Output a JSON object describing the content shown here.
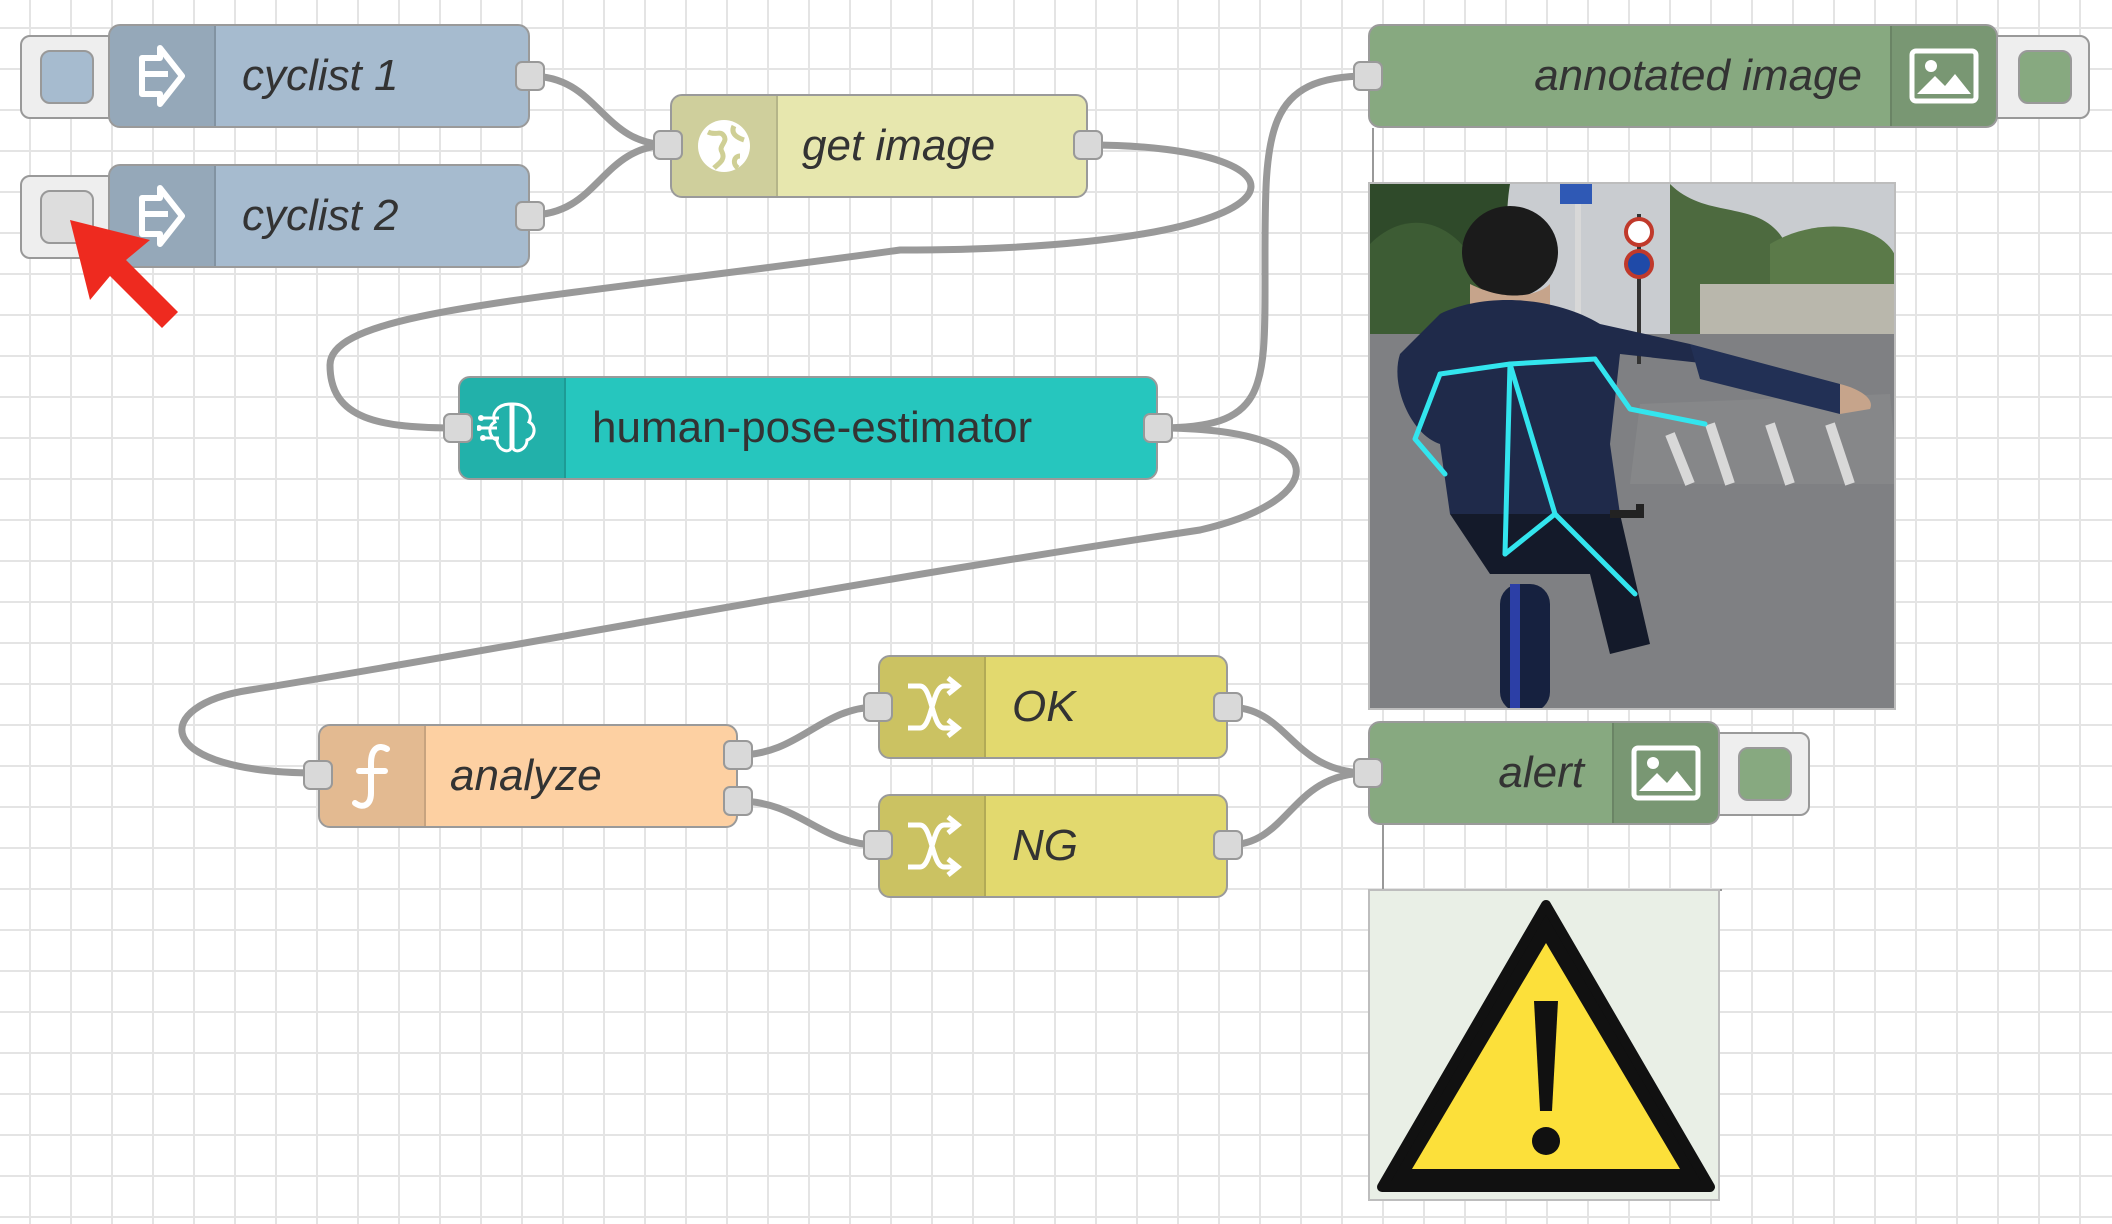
{
  "nodes": {
    "cyclist1": {
      "label": "cyclist 1",
      "type": "inject",
      "color": "#a6bbcf",
      "icon": "arrow-in-icon"
    },
    "cyclist2": {
      "label": "cyclist 2",
      "type": "inject",
      "color": "#a6bbcf",
      "icon": "arrow-in-icon"
    },
    "get_image": {
      "label": "get image",
      "type": "http request",
      "color": "#e7e7ae",
      "icon": "globe-icon"
    },
    "pose": {
      "label": "human-pose-estimator",
      "type": "model",
      "color": "#26c6be",
      "icon": "brain-circuit-icon"
    },
    "analyze": {
      "label": "analyze",
      "type": "function",
      "color": "#fdd0a2",
      "icon": "function-icon"
    },
    "ok": {
      "label": "OK",
      "type": "change",
      "color": "#e2d96e",
      "icon": "shuffle-icon"
    },
    "ng": {
      "label": "NG",
      "type": "change",
      "color": "#e2d96e",
      "icon": "shuffle-icon"
    },
    "annotated": {
      "label": "annotated image",
      "type": "image preview",
      "color": "#87a980",
      "icon": "image-icon"
    },
    "alert": {
      "label": "alert",
      "type": "image preview",
      "color": "#87a980",
      "icon": "image-icon"
    }
  },
  "pointer": {
    "icon": "red-arrow-cursor-icon",
    "color": "#ee2a1f"
  },
  "previews": {
    "annotated": {
      "subject": "cyclist-with-pose-skeleton",
      "skeleton_color": "#33e5ee"
    },
    "alert": {
      "subject": "warning-triangle",
      "fill": "#fce03a",
      "stroke": "#111111"
    }
  }
}
